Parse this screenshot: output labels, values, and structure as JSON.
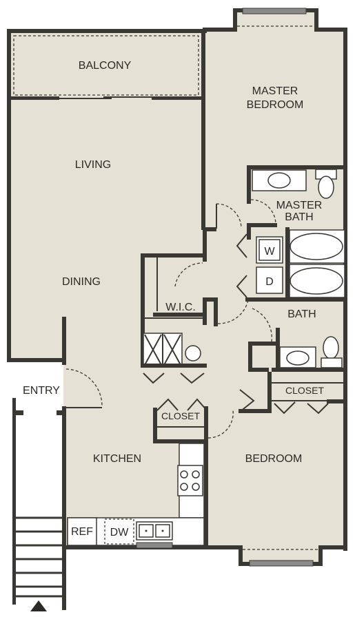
{
  "floor_color": "#e5e1d4",
  "wall_color": "#3a3833",
  "rooms": {
    "balcony": "BALCONY",
    "master_bedroom_1": "MASTER",
    "master_bedroom_2": "BEDROOM",
    "living": "LIVING",
    "dining": "DINING",
    "master_bath_1": "MASTER",
    "master_bath_2": "BATH",
    "wic": "W.I.C.",
    "bath": "BATH",
    "entry": "ENTRY",
    "closet_hall": "CLOSET",
    "closet_bedroom": "CLOSET",
    "kitchen": "KITCHEN",
    "bedroom": "BEDROOM"
  },
  "appliances": {
    "washer": "W",
    "dryer": "D",
    "refrigerator": "REF",
    "dishwasher": "DW"
  },
  "icons": {
    "entry_marker": "triangle-up-icon"
  }
}
